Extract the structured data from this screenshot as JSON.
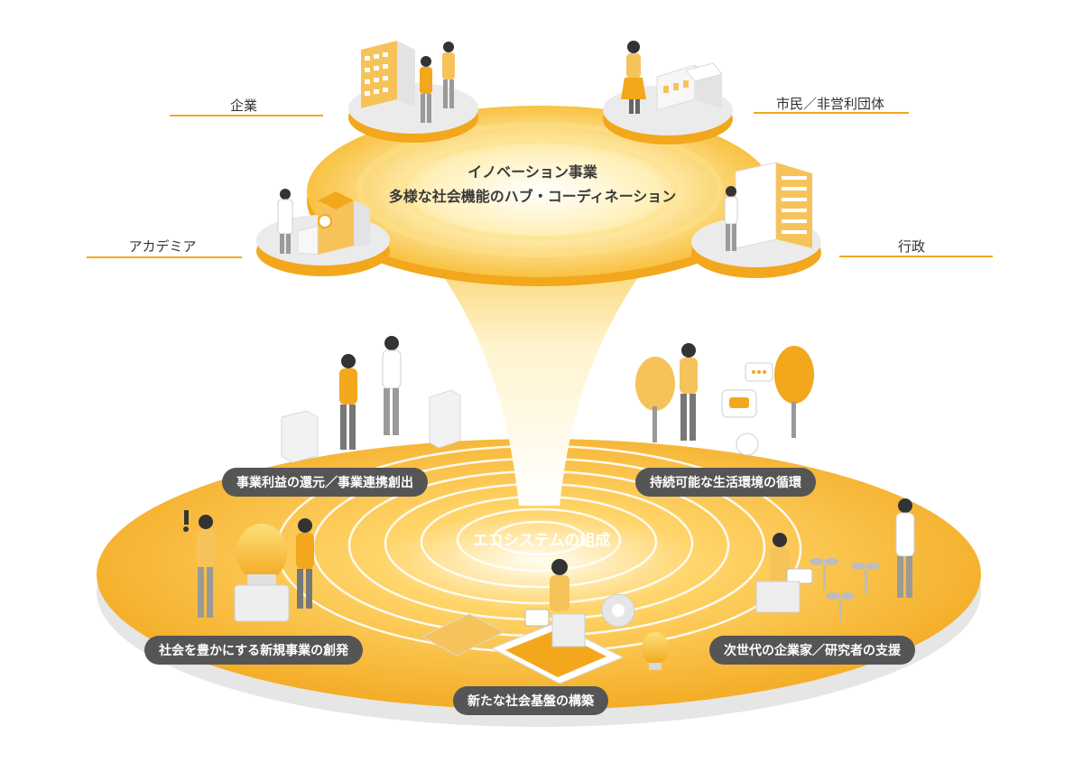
{
  "hub": {
    "title": "イノベーション事業",
    "subtitle": "多様な社会機能のハブ・コーディネーション"
  },
  "stakeholders": {
    "business": "企業",
    "citizens": "市民／非営利団体",
    "academia": "アカデミア",
    "government": "行政"
  },
  "ecosystem": {
    "title": "エコシステムの組成",
    "outcomes": {
      "profit_return": "事業利益の還元／事業連携創出",
      "sustainable_cycle": "持続可能な生活環境の循環",
      "new_business": "社会を豊かにする新規事業の創発",
      "next_generation": "次世代の企業家／研究者の支援",
      "infrastructure": "新たな社会基盤の構築"
    }
  },
  "colors": {
    "primary": "#f2a71d",
    "light": "#fde9a8",
    "platform": "#ebebeb",
    "pill": "#555555"
  }
}
